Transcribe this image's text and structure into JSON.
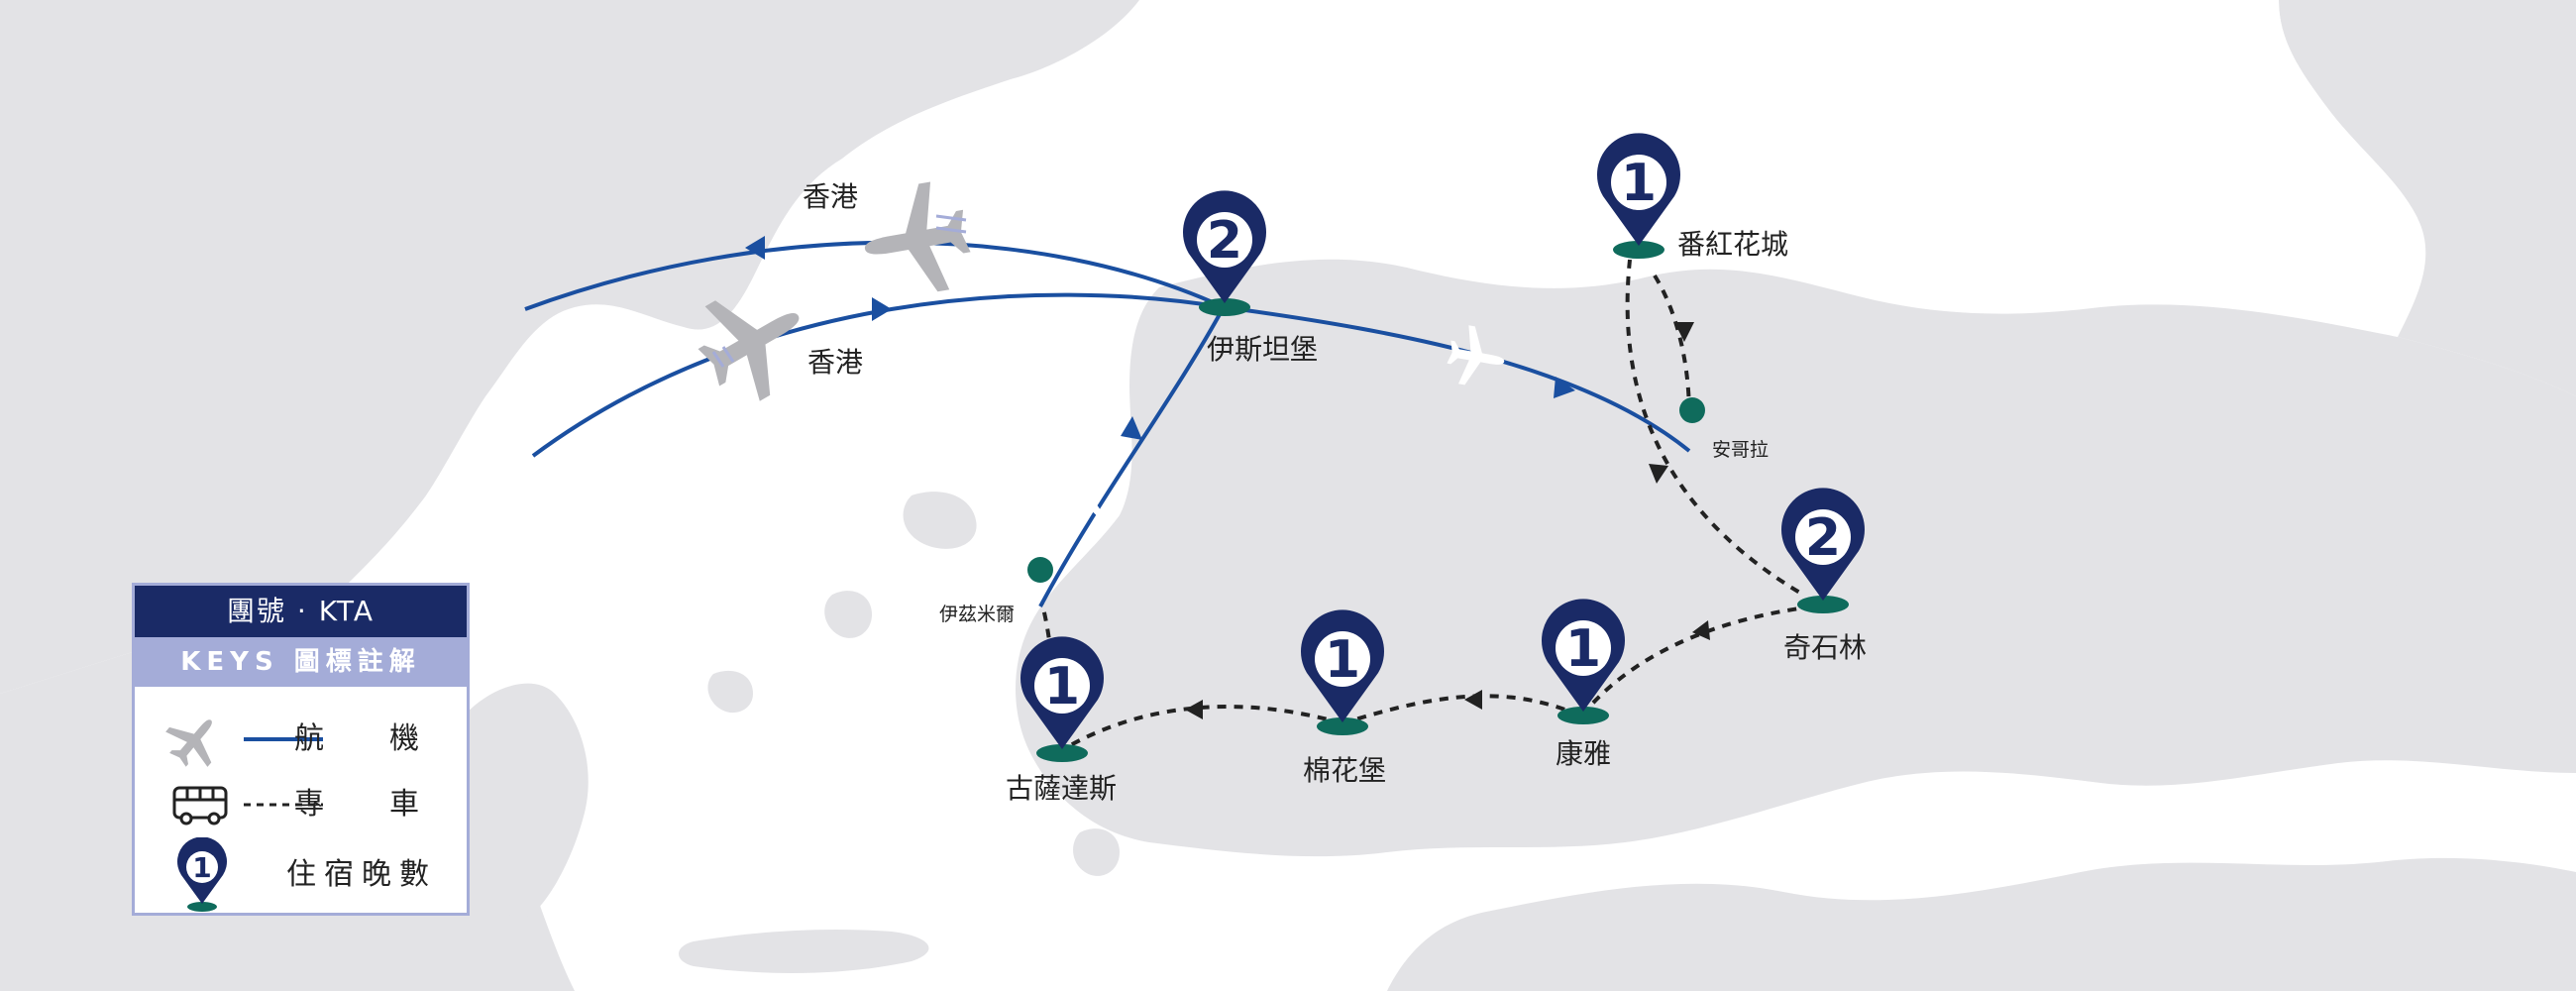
{
  "tour": {
    "code": "團號 · KTA",
    "keys_title": "KEYS 圖標註解"
  },
  "legend": [
    {
      "label": "航　機",
      "icon": "airplane-icon"
    },
    {
      "label": "專　車",
      "icon": "bus-icon"
    },
    {
      "label": "住宿晚數",
      "icon": "map-pin-icon"
    }
  ],
  "cities": {
    "hongkong_top": "香港",
    "hongkong_bottom": "香港",
    "istanbul": "伊斯坦堡",
    "izmir": "伊茲米爾",
    "safranbolu": "番紅花城",
    "ankara": "安哥拉",
    "cappadocia": "奇石林",
    "konya": "康雅",
    "pamukkale": "棉花堡",
    "kusadasi": "古薩達斯"
  },
  "nights": {
    "istanbul": "2",
    "safranbolu": "1",
    "cappadocia": "2",
    "konya": "1",
    "pamukkale": "1",
    "kusadasi": "1"
  },
  "colors": {
    "sea": "#ffffff",
    "land": "#e3e3e6",
    "flight": "#1a4fa0",
    "pin": "#1a2a66",
    "pin_base": "#0f6b5c",
    "bus_route": "#222222"
  }
}
